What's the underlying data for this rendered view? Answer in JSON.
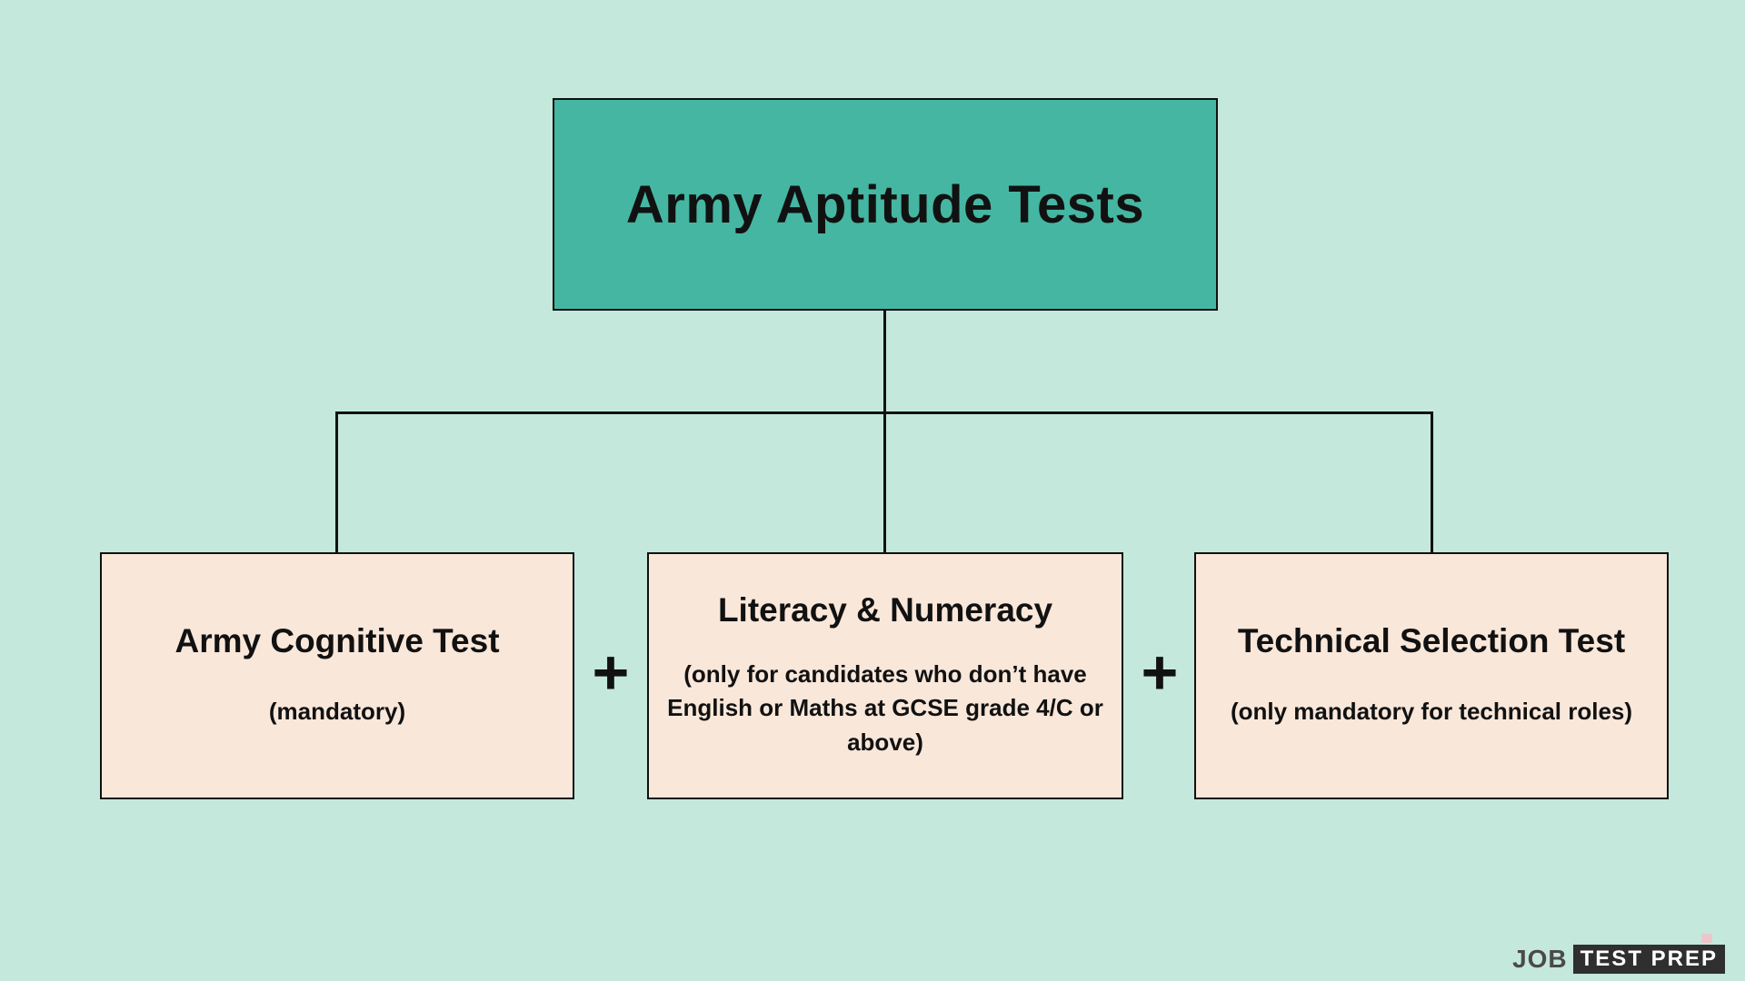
{
  "colors": {
    "bg": "#c4e8db",
    "root_fill": "#45b6a2",
    "leaf_fill": "#f9e7da",
    "line": "#111111",
    "logo_box": "#2f2f2f",
    "logo_text": "#4a4a4a",
    "logo_accent": "#edc6cb"
  },
  "diagram": {
    "root": {
      "title": "Army Aptitude Tests"
    },
    "plus": "+",
    "nodes": [
      {
        "title": "Army Cognitive Test",
        "subtitle": "(mandatory)"
      },
      {
        "title": "Literacy & Numeracy",
        "subtitle": "(only for candidates who don’t have English or Maths at GCSE grade 4/C or above)"
      },
      {
        "title": "Technical Selection Test",
        "subtitle": "(only mandatory for technical roles)"
      }
    ]
  },
  "logo": {
    "left": "JOB",
    "right": "TEST PREP"
  }
}
